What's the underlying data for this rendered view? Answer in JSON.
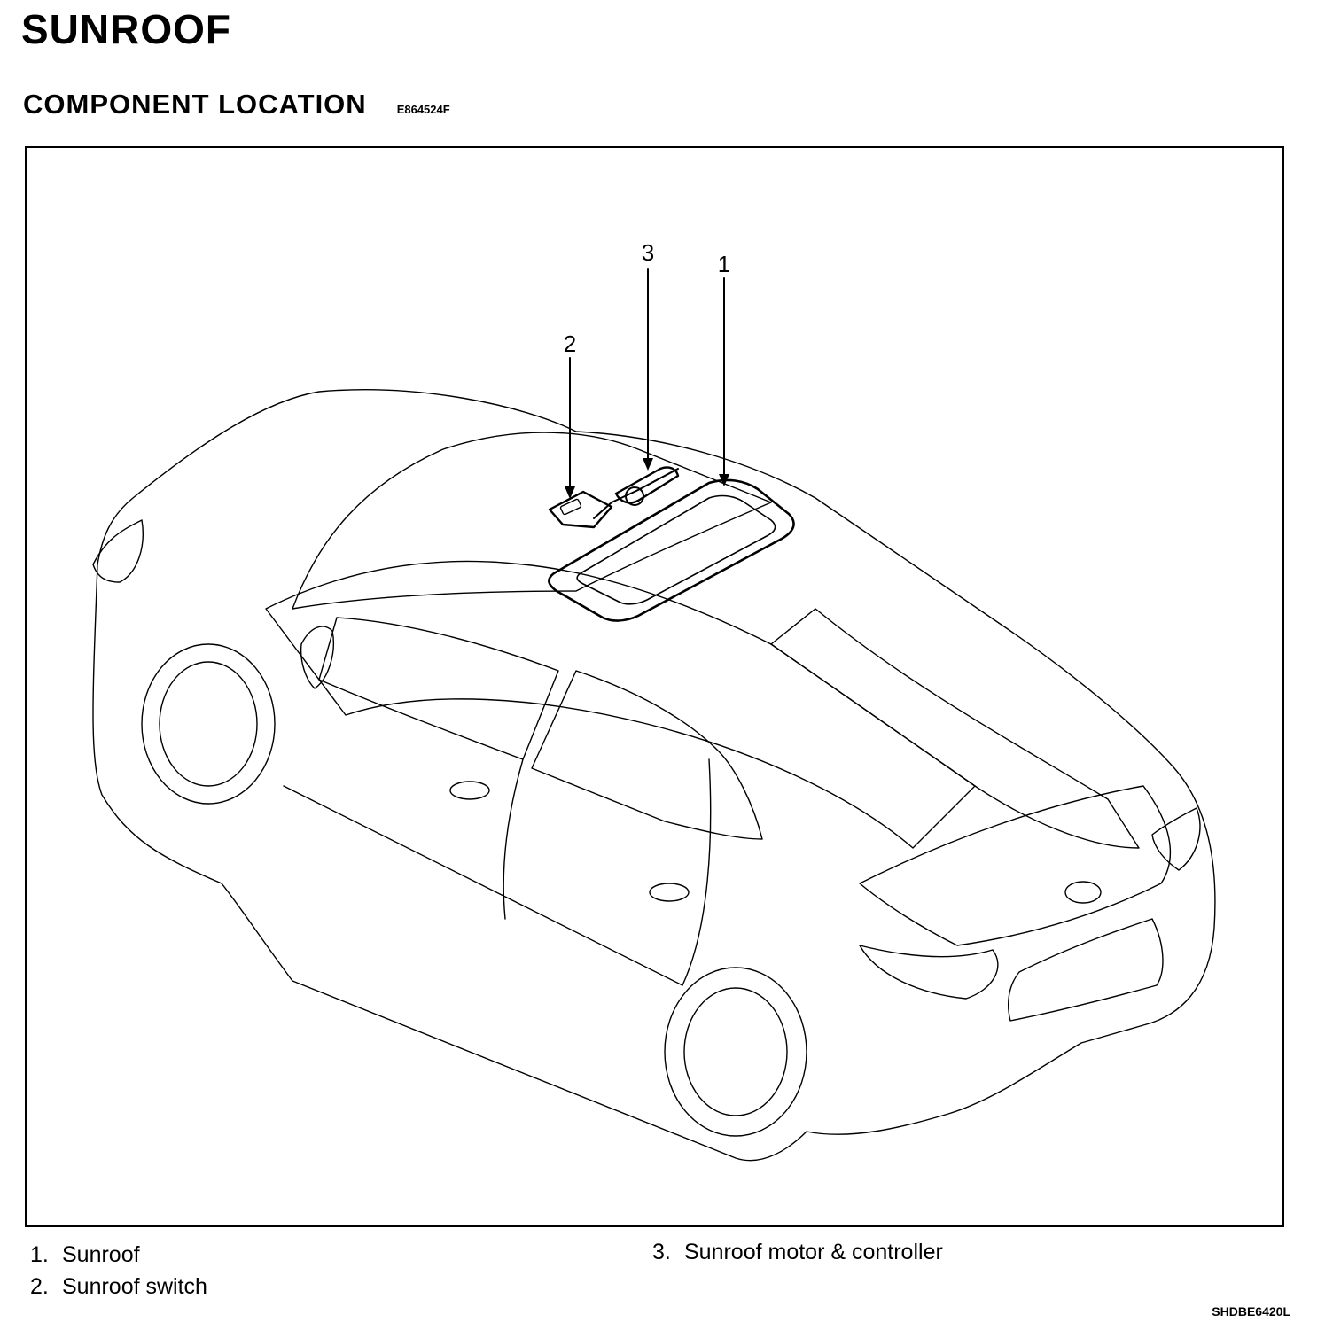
{
  "page": {
    "title": "SUNROOF",
    "section": "COMPONENT LOCATION",
    "section_code": "E864524F",
    "figure_code": "SHDBE6420L"
  },
  "callouts": [
    "3",
    "1",
    "2"
  ],
  "legend": [
    {
      "num": "1.",
      "label": "Sunroof"
    },
    {
      "num": "2.",
      "label": "Sunroof switch"
    },
    {
      "num": "3.",
      "label": "Sunroof motor & controller"
    }
  ]
}
